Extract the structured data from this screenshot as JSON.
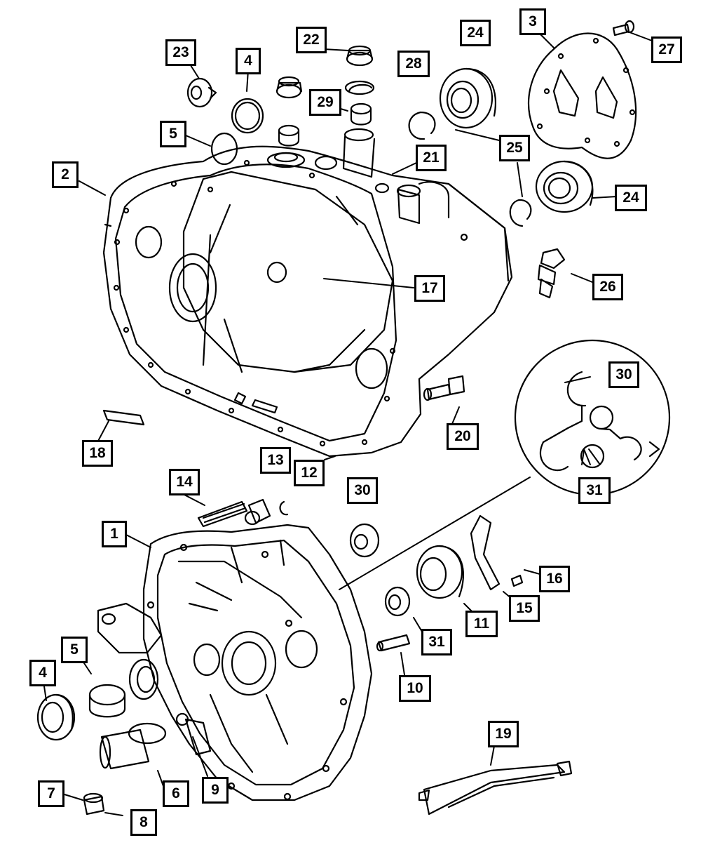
{
  "diagram": {
    "colors": {
      "line": "#000000",
      "background": "#ffffff"
    },
    "callouts": {
      "c1": "1",
      "c2": "2",
      "c3": "3",
      "c4a": "4",
      "c4b": "4",
      "c5a": "5",
      "c5b": "5",
      "c6": "6",
      "c7": "7",
      "c8": "8",
      "c9": "9",
      "c10": "10",
      "c11": "11",
      "c12": "12",
      "c13": "13",
      "c14": "14",
      "c15": "15",
      "c16": "16",
      "c17": "17",
      "c18": "18",
      "c19": "19",
      "c20": "20",
      "c21": "21",
      "c22": "22",
      "c23": "23",
      "c24a": "24",
      "c24b": "24",
      "c25": "25",
      "c26": "26",
      "c27": "27",
      "c28": "28",
      "c29": "29",
      "c30a": "30",
      "c30b": "30",
      "c31a": "31",
      "c31b": "31"
    }
  }
}
